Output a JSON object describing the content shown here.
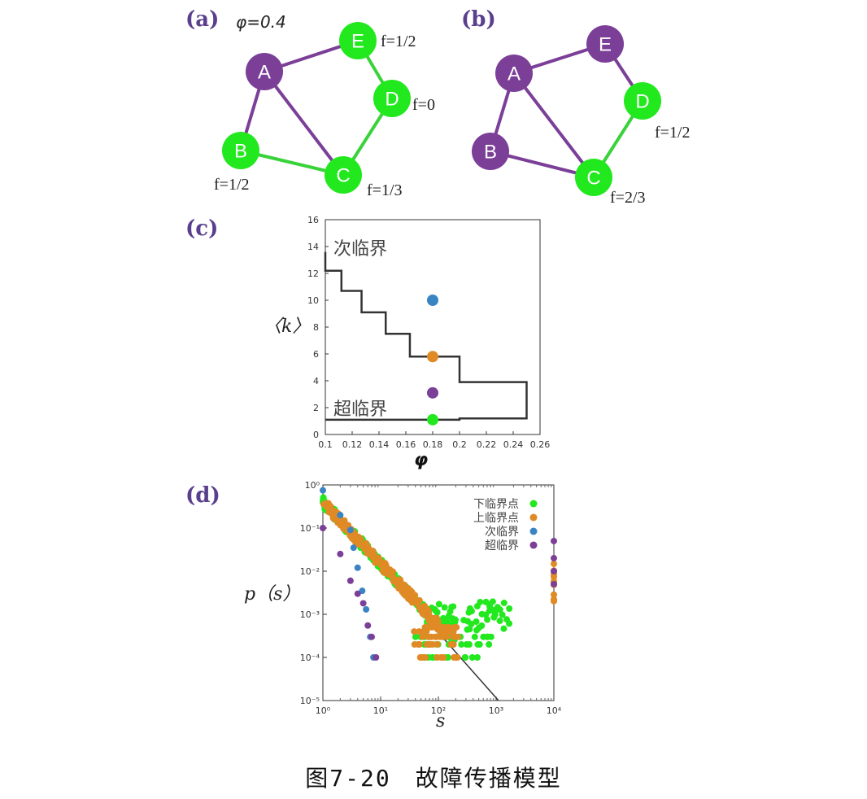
{
  "panel_a": {
    "label": "(a)",
    "phi_label": "φ=0.4",
    "nodes": [
      {
        "id": "A",
        "state": "failed"
      },
      {
        "id": "B",
        "state": "ok"
      },
      {
        "id": "C",
        "state": "ok"
      },
      {
        "id": "D",
        "state": "ok"
      },
      {
        "id": "E",
        "state": "ok"
      }
    ],
    "annotations": {
      "E": "f=1/2",
      "D": "f=0",
      "B": "f=1/2",
      "C": "f=1/3"
    }
  },
  "panel_b": {
    "label": "(b)",
    "nodes": [
      {
        "id": "A",
        "state": "failed"
      },
      {
        "id": "B",
        "state": "failed"
      },
      {
        "id": "C",
        "state": "ok"
      },
      {
        "id": "D",
        "state": "ok"
      },
      {
        "id": "E",
        "state": "failed"
      }
    ],
    "annotations": {
      "D": "f=1/2",
      "C": "f=2/3"
    }
  },
  "panel_c": {
    "label": "(c)",
    "ylabel": "〈k〉",
    "xlabel": "φ",
    "region_upper": "次临界",
    "region_lower": "超临界"
  },
  "panel_d": {
    "label": "(d)",
    "ylabel": "p（s）",
    "xlabel": "s"
  },
  "caption": "图7-20　故障传播模型",
  "colors": {
    "failed": "#7b3f98",
    "ok": "#22e81e",
    "edge_failed": "#7b3f98",
    "edge_ok": "#3ad23a",
    "blue": "#3a84c4",
    "orange": "#e08a26",
    "label": "#5b3f8f"
  },
  "chart_data": [
    {
      "type": "scatter",
      "panel": "c",
      "xlabel": "φ",
      "ylabel": "〈k〉",
      "xlim": [
        0.1,
        0.26
      ],
      "ylim": [
        0,
        16
      ],
      "x_ticks": [
        0.1,
        0.12,
        0.14,
        0.16,
        0.18,
        0.2,
        0.22,
        0.24,
        0.26
      ],
      "y_ticks": [
        0,
        2,
        4,
        6,
        8,
        10,
        12,
        14,
        16
      ],
      "boundary": [
        [
          0.1,
          13.6
        ],
        [
          0.1,
          12.2
        ],
        [
          0.112,
          12.2
        ],
        [
          0.112,
          10.7
        ],
        [
          0.127,
          10.7
        ],
        [
          0.127,
          9.1
        ],
        [
          0.145,
          9.1
        ],
        [
          0.145,
          7.5
        ],
        [
          0.163,
          7.5
        ],
        [
          0.163,
          5.8
        ],
        [
          0.2,
          5.8
        ],
        [
          0.2,
          3.9
        ],
        [
          0.25,
          3.9
        ],
        [
          0.25,
          1.2
        ],
        [
          0.2,
          1.2
        ],
        [
          0.2,
          1.1
        ],
        [
          0.1,
          1.1
        ]
      ],
      "points": [
        {
          "x": 0.18,
          "y": 10,
          "color": "blue"
        },
        {
          "x": 0.18,
          "y": 5.8,
          "color": "orange"
        },
        {
          "x": 0.18,
          "y": 3.1,
          "color": "purple"
        },
        {
          "x": 0.18,
          "y": 1.1,
          "color": "green"
        }
      ]
    },
    {
      "type": "scatter",
      "panel": "d",
      "xlabel": "s",
      "ylabel": "p（s）",
      "xscale": "log",
      "yscale": "log",
      "xlim": [
        1,
        10000
      ],
      "ylim": [
        1e-05,
        1
      ],
      "x_tick_labels": [
        "10⁰",
        "10¹",
        "10²",
        "10³",
        "10⁴"
      ],
      "y_tick_labels": [
        "10⁰",
        "10⁻¹",
        "10⁻²",
        "10⁻³",
        "10⁻⁴",
        "10⁻⁵"
      ],
      "legend": "top-right",
      "series": [
        {
          "name": "下临界点",
          "color": "green"
        },
        {
          "name": "上临界点",
          "color": "orange"
        },
        {
          "name": "次临界",
          "color": "blue",
          "points": [
            [
              1,
              0.75
            ],
            [
              2,
              0.2
            ],
            [
              3,
              0.09
            ],
            [
              3.4,
              0.035
            ],
            [
              4,
              0.012
            ],
            [
              4.8,
              0.0035
            ],
            [
              5.6,
              0.0013
            ],
            [
              6.6,
              0.0003
            ],
            [
              7.5,
              0.0001
            ]
          ]
        },
        {
          "name": "超临界",
          "color": "purple",
          "points": [
            [
              1,
              0.1
            ],
            [
              2,
              0.025
            ],
            [
              3,
              0.006
            ],
            [
              4,
              0.003
            ],
            [
              5,
              0.0018
            ],
            [
              6,
              0.00055
            ],
            [
              7,
              0.0003
            ],
            [
              8.3,
              0.0001
            ],
            [
              10000,
              0.05
            ],
            [
              10000,
              0.02
            ],
            [
              10000,
              0.01
            ],
            [
              10000,
              0.005
            ]
          ]
        }
      ],
      "power_law_line": [
        [
          1,
          0.4
        ],
        [
          1100,
          1e-05
        ]
      ]
    }
  ]
}
